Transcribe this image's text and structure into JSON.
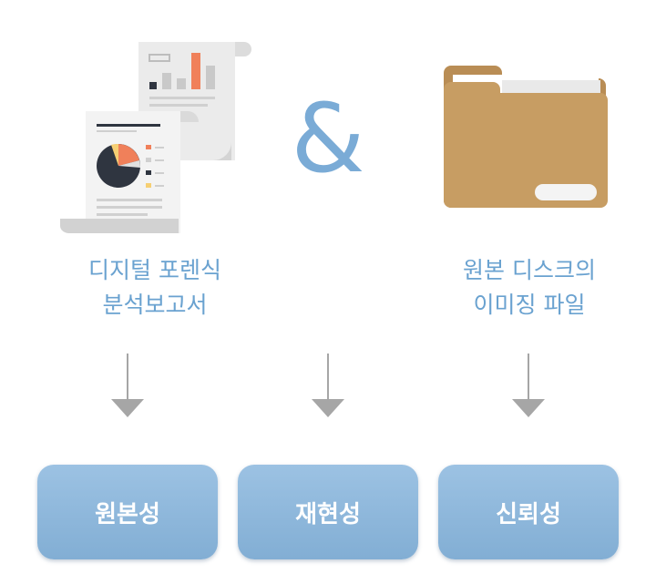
{
  "items": [
    {
      "caption_line1": "디지털 포렌식",
      "caption_line2": "분석보고서",
      "icon": "report-icon"
    },
    {
      "symbol": "&"
    },
    {
      "caption_line1": "원본 디스크의",
      "caption_line2": "이미징 파일",
      "icon": "folder-icon"
    }
  ],
  "results": [
    "원본성",
    "재현성",
    "신뢰성"
  ],
  "colors": {
    "accent": "#6aa2d0",
    "box_top": "#9cc2e3",
    "box_bottom": "#82aed4",
    "arrow": "#a6a6a6",
    "folder": "#c79d63"
  }
}
